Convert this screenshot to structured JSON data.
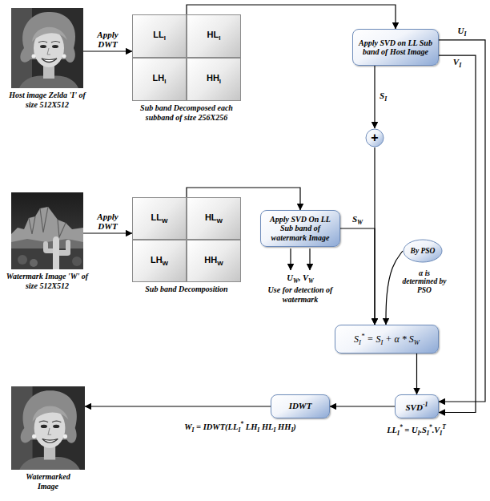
{
  "diagram": {
    "nodes": [
      {
        "text": [
          "Host image Zelda 'I' of size 512X512"
        ]
      },
      {
        "text": [
          "Sub band Decomposed each subband of size 256X256"
        ]
      },
      {
        "text": [
          "LLI"
        ],
        "in": 1
      },
      {
        "text": [
          "HLI"
        ],
        "in": 1
      },
      {
        "text": [
          "LHI"
        ],
        "in": 1
      },
      {
        "text": [
          "HHI"
        ],
        "in": 1
      },
      {
        "text": [
          "Apply SVD on LL Sub band of Host Image"
        ]
      },
      {
        "text": [
          "+"
        ]
      },
      {
        "text": [
          "Watermark Image 'W' of size 512X512"
        ]
      },
      {
        "text": [
          "Sub band Decomposition"
        ]
      },
      {
        "text": [
          "LLW"
        ],
        "in": 9
      },
      {
        "text": [
          "HLW"
        ],
        "in": 9
      },
      {
        "text": [
          "LHW"
        ],
        "in": 9
      },
      {
        "text": [
          "HHW"
        ],
        "in": 9
      },
      {
        "text": [
          "Apply SVD On LL Sub band of watermark Image"
        ]
      },
      {
        "text": [
          "By PSO"
        ]
      },
      {
        "text": [
          "SI* = SI + α * SW"
        ]
      },
      {
        "text": [
          "SVD-1"
        ]
      },
      {
        "text": [
          "IDWT"
        ]
      },
      {
        "text": [
          "Watermarked Image"
        ]
      }
    ],
    "edges": [
      {
        "from": 0,
        "to": 1,
        "label": "Apply DWT",
        "arrow": "to"
      },
      {
        "from": 2,
        "to": 6,
        "arrow": "to"
      },
      {
        "from": 6,
        "to": 7,
        "label": "SI",
        "arrow": "to"
      },
      {
        "from": 8,
        "to": 9,
        "label": "Apply DWT",
        "arrow": "to"
      },
      {
        "from": 10,
        "to": 14,
        "arrow": "to"
      },
      {
        "from": 14,
        "to": 16,
        "label": "SW",
        "arrow": "to"
      },
      {
        "from": 7,
        "to": 16,
        "arrow": "to"
      },
      {
        "from": 15,
        "to": 16,
        "label": "α is determined by PSO",
        "arrow": "to"
      },
      {
        "from": 6,
        "to": 17,
        "label": "UI",
        "arrow": "to"
      },
      {
        "from": 6,
        "to": 17,
        "label": "VI",
        "arrow": "to"
      },
      {
        "from": 16,
        "to": 17,
        "arrow": "to"
      },
      {
        "from": 17,
        "to": 18,
        "arrow": "to"
      },
      {
        "from": 18,
        "to": 19,
        "arrow": "to"
      }
    ],
    "labels": [
      "UW, VW",
      "Use for detection of watermark",
      "WI = IDWT(LLI* LHI HLI HHI)",
      "LLI* = UI.SI*.VIT"
    ]
  }
}
